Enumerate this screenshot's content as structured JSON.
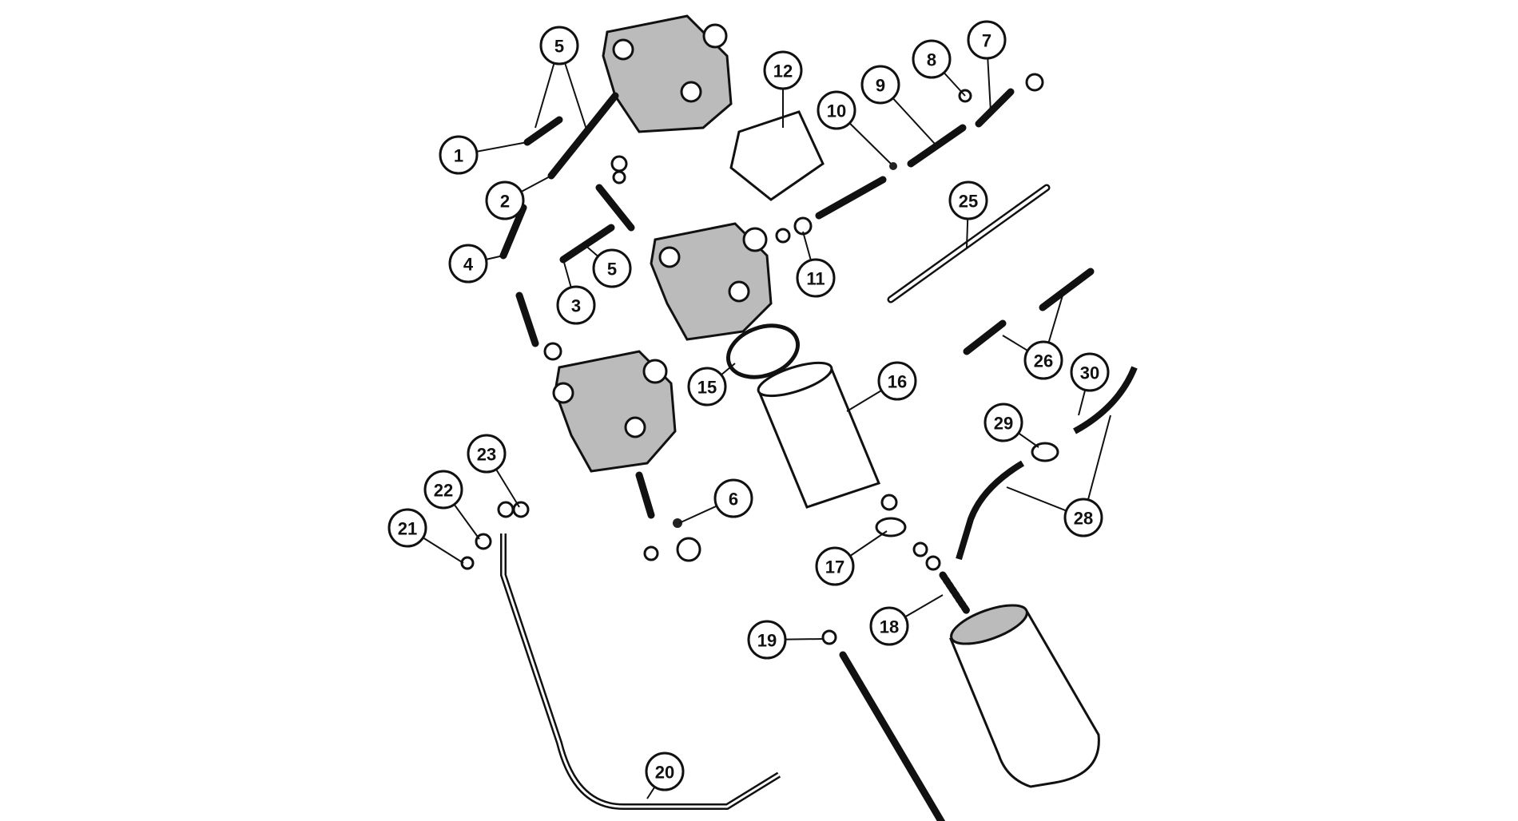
{
  "diagram": {
    "type": "exploded-parts-diagram",
    "callouts": [
      "1",
      "2",
      "3",
      "4",
      "5",
      "5",
      "6",
      "7",
      "8",
      "9",
      "10",
      "11",
      "12",
      "15",
      "16",
      "17",
      "18",
      "19",
      "20",
      "21",
      "22",
      "23",
      "25",
      "26",
      "28",
      "29",
      "30"
    ]
  }
}
